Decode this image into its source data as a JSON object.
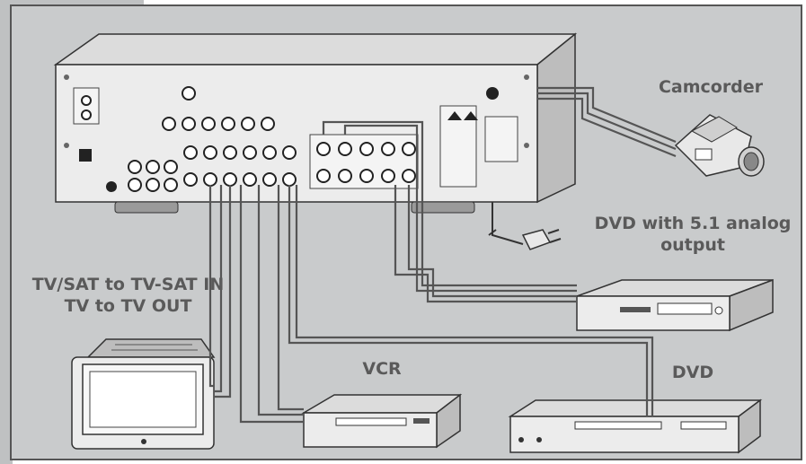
{
  "labels": {
    "camcorder": "Camcorder",
    "dvd_51_line1": "DVD with 5.1 analog",
    "dvd_51_line2": "output",
    "tv_line1": "TV/SAT to TV-SAT IN",
    "tv_line2": "TV to TV OUT",
    "vcr": "VCR",
    "dvd": "DVD"
  },
  "colors": {
    "panel_bg": "#c9cbcc",
    "device_fill": "#ececec",
    "outline": "#333333",
    "label_text": "#5a5a5a",
    "cable": "#555555"
  }
}
